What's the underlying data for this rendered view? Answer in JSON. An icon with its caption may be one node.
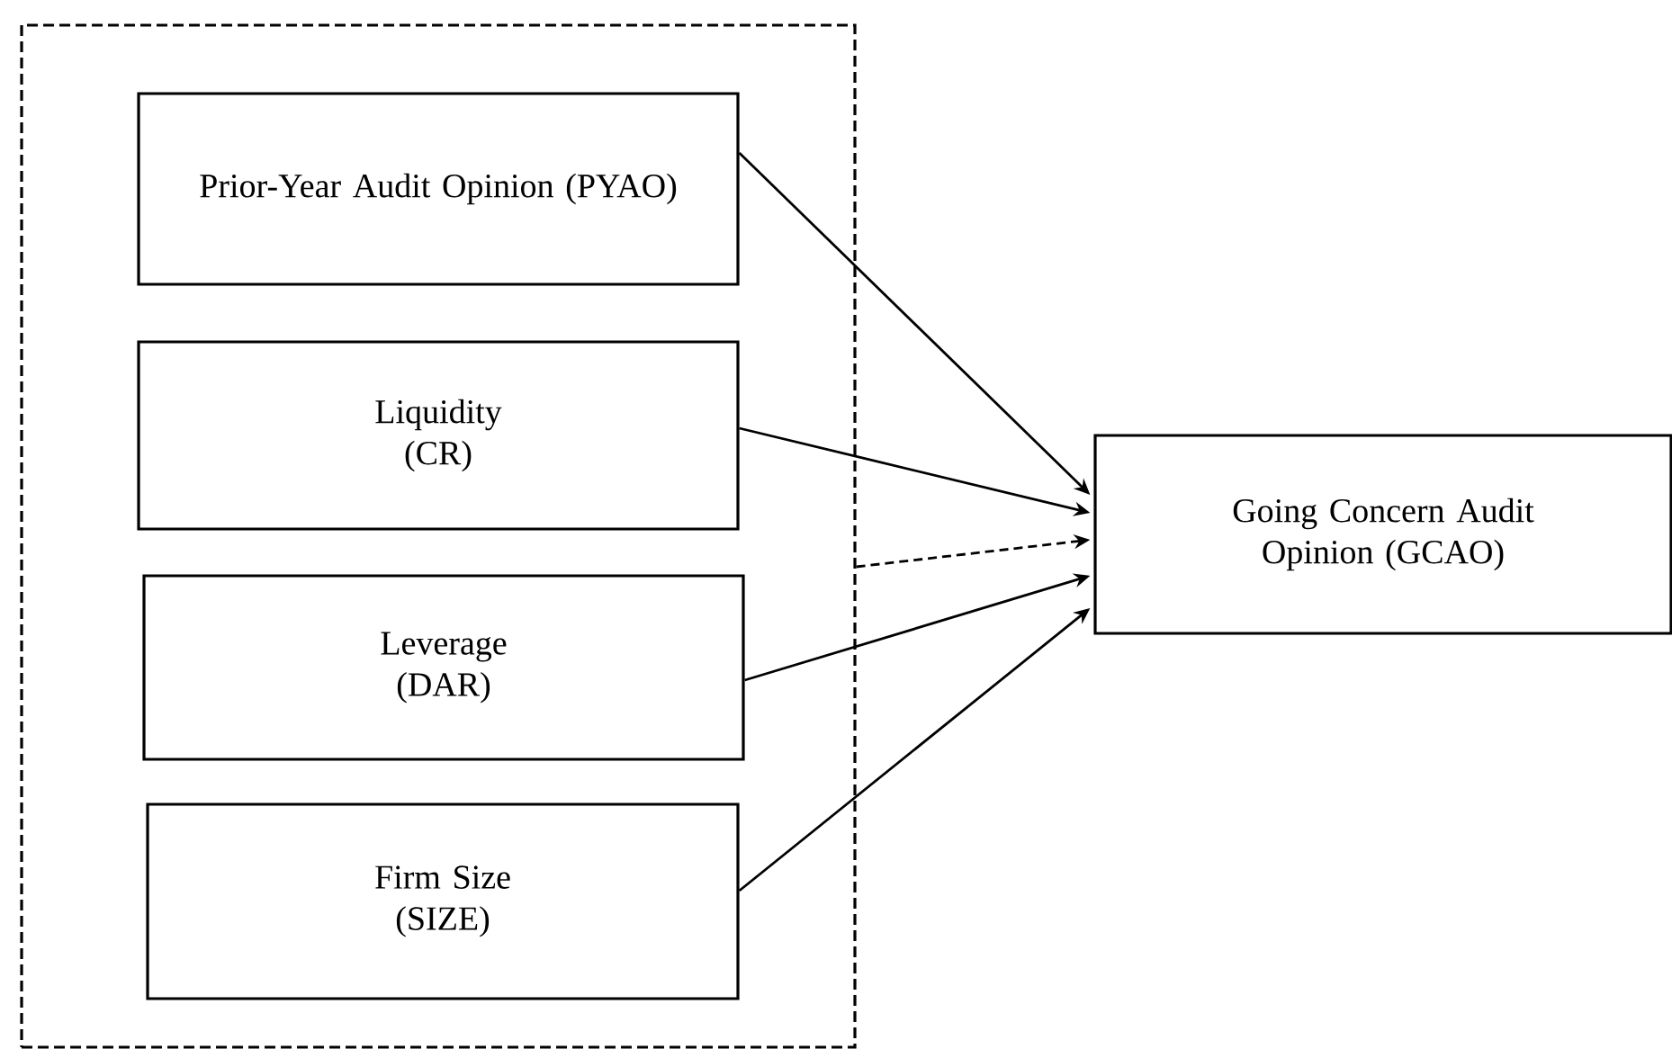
{
  "diagram": {
    "nodes": [
      {
        "text": [],
        "shape": "box"
      },
      {
        "text": [
          "Prior-Year Audit Opinion (PYAO)"
        ],
        "in": 0
      },
      {
        "text": [
          "Liquidity (CR)"
        ],
        "in": 0
      },
      {
        "text": [
          "Leverage (DAR)"
        ],
        "in": 0
      },
      {
        "text": [
          "Firm Size (SIZE)"
        ],
        "in": 0
      },
      {
        "text": [
          "Going Concern Audit Opinion (GCAO)"
        ]
      }
    ],
    "edges": [
      {
        "from": 1,
        "to": 5,
        "arrow": "to"
      },
      {
        "from": 2,
        "to": 5,
        "arrow": "to"
      },
      {
        "from": 0,
        "to": 5,
        "arrow": "to",
        "style": "dashed"
      },
      {
        "from": 3,
        "to": 5,
        "arrow": "to"
      },
      {
        "from": 4,
        "to": 5,
        "arrow": "to"
      }
    ]
  }
}
